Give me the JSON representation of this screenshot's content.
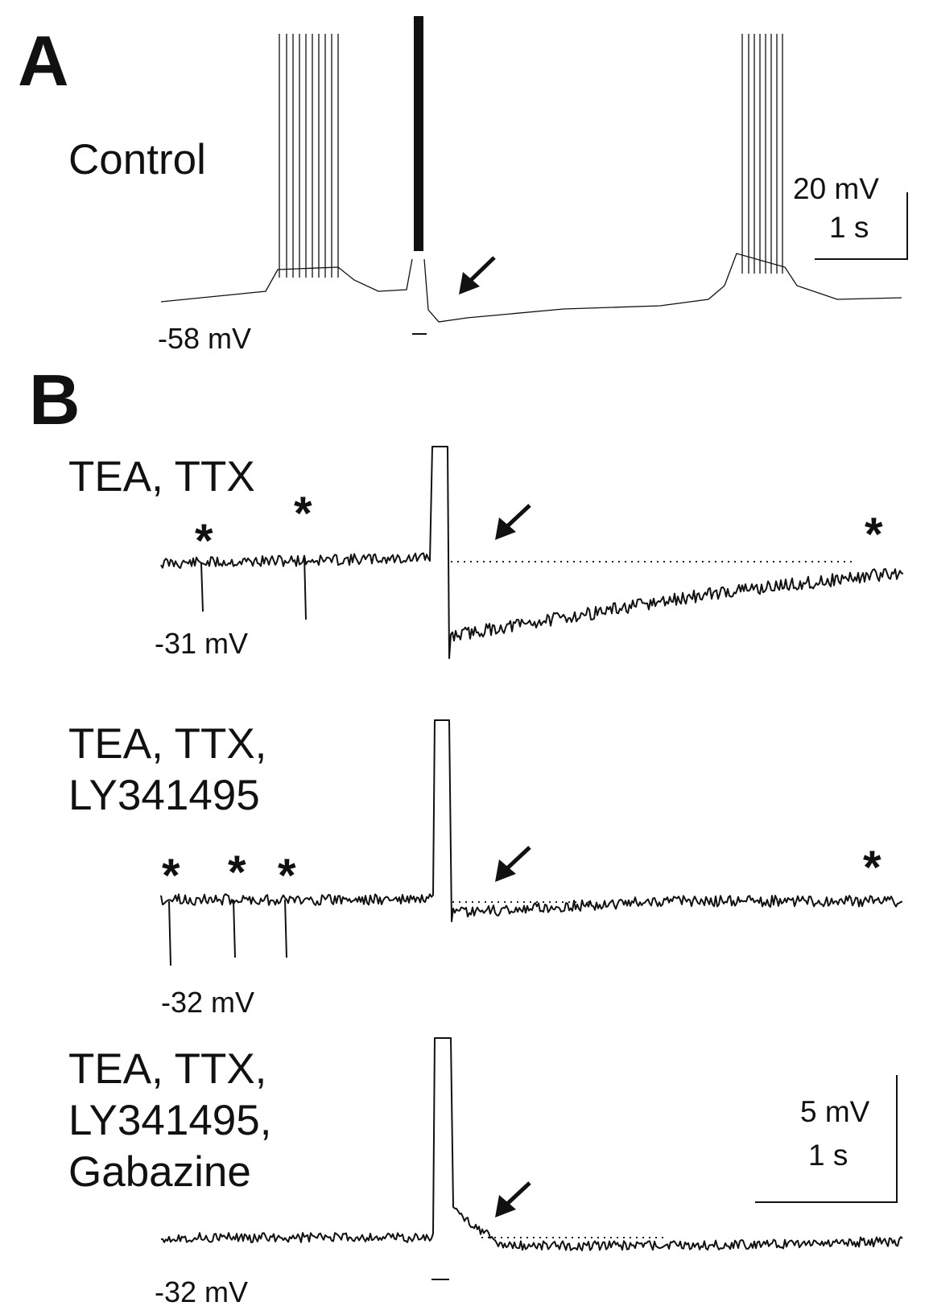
{
  "panels": {
    "A": {
      "letter": "A",
      "condition": "Control",
      "baseline": "-58 mV",
      "scale": {
        "v": "20 mV",
        "t": "1 s"
      }
    },
    "B": {
      "letter": "B",
      "traces": [
        {
          "lines": [
            "TEA, TTX"
          ],
          "baseline": "-31 mV"
        },
        {
          "lines": [
            "TEA, TTX,",
            "LY341495"
          ],
          "baseline": "-32 mV"
        },
        {
          "lines": [
            "TEA, TTX,",
            "LY341495,",
            "Gabazine"
          ],
          "baseline": "-32 mV"
        }
      ],
      "scale": {
        "v": "5 mV",
        "t": "1 s"
      }
    }
  },
  "asterisk": "*"
}
